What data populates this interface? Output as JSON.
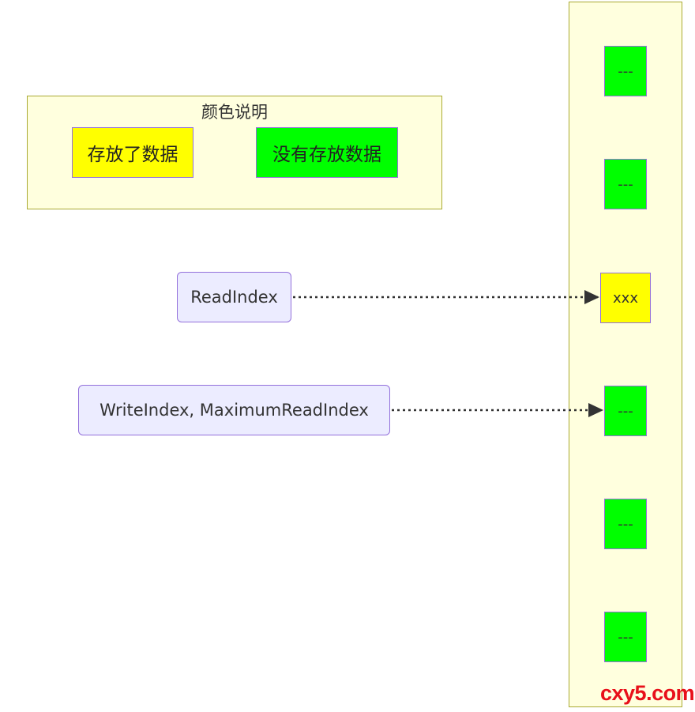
{
  "legend": {
    "title": "颜色说明",
    "items": [
      {
        "label": "存放了数据",
        "color": "#ffff00"
      },
      {
        "label": "没有存放数据",
        "color": "#00ff00"
      }
    ]
  },
  "buffer": {
    "cells": [
      {
        "label": "---",
        "color": "#00ff00"
      },
      {
        "label": "---",
        "color": "#00ff00"
      },
      {
        "label": "xxx",
        "color": "#ffff00"
      },
      {
        "label": "---",
        "color": "#00ff00"
      },
      {
        "label": "---",
        "color": "#00ff00"
      },
      {
        "label": "---",
        "color": "#00ff00"
      }
    ]
  },
  "pointers": [
    {
      "label": "ReadIndex",
      "target_cell": 2
    },
    {
      "label": "WriteIndex, MaximumReadIndex",
      "target_cell": 3
    }
  ],
  "watermark": "cxy5.com",
  "colors": {
    "cluster_fill": "#ffffde",
    "cluster_border": "#aaaa33",
    "node_border": "#9370db",
    "pointer_fill": "#ececff",
    "edge": "#333333"
  }
}
